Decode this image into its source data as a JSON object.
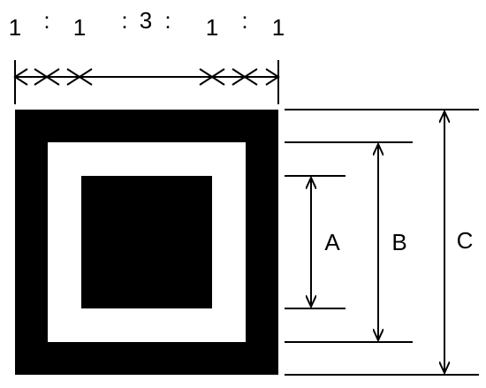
{
  "colors": {
    "ink": "#000000",
    "paper": "#ffffff"
  },
  "ratio": {
    "segments": [
      "1",
      "1",
      "3",
      "1",
      "1"
    ],
    "separator": ":"
  },
  "dimensions": {
    "a_label": "A",
    "b_label": "B",
    "c_label": "C"
  }
}
